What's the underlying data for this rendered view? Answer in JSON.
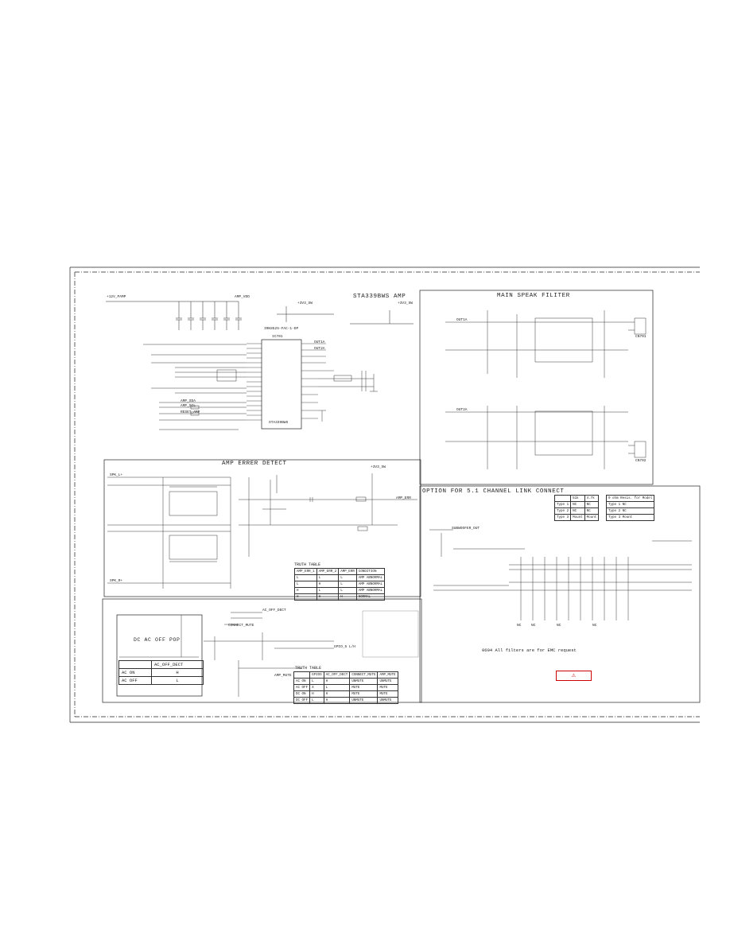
{
  "sections": {
    "amp": "STA339BWS AMP",
    "filter": "MAIN SPEAK FILITER",
    "error": "AMP ERRER DETECT",
    "option": "OPTION FOR 5.1 CHANNEL LINK CONNECT",
    "acoff": "DC AC OFF POP"
  },
  "note": "0604 All filters are for EMC request",
  "warning_symbol": "⚠",
  "tables": {
    "truth1": {
      "title": "TRUTH TABLE",
      "rows": [
        [
          "AMP_ERR_1",
          "AMP_ERR_2",
          "AMP_ERR",
          "CONDITION"
        ],
        [
          "L",
          "L",
          "L",
          "AMP ABNORMAL"
        ],
        [
          "L",
          "H",
          "L",
          "AMP ABNORMAL"
        ],
        [
          "H",
          "L",
          "L",
          "AMP ABNORMAL"
        ],
        [
          "H",
          "H",
          "H",
          "NORMAL"
        ]
      ]
    },
    "acoff": {
      "rows": [
        [
          "",
          "AC_OFF_DECT"
        ],
        [
          "AC ON",
          "H"
        ],
        [
          "AC OFF",
          "L"
        ]
      ]
    },
    "truth2": {
      "title": "TRUTH TABLE",
      "rows": [
        [
          "",
          "GPIOS",
          "AC_OFF_DECT",
          "CONNECT_MUTE",
          "AMP_MUTE"
        ],
        [
          "AC ON",
          "L",
          "H",
          "UNMUTE",
          "UNMUTE"
        ],
        [
          "AC OFF",
          "X",
          "L",
          "MUTE",
          "MUTE"
        ],
        [
          "DC ON",
          "H",
          "H",
          "MUTE",
          "MUTE"
        ],
        [
          "DC OFF",
          "L",
          "H",
          "UNMUTE",
          "UNMUTE"
        ]
      ]
    },
    "option_left": {
      "rows": [
        [
          "",
          "51k",
          "4.7k"
        ],
        [
          "Type 1",
          "NC",
          "NC"
        ],
        [
          "Type 2",
          "NC",
          "NC"
        ],
        [
          "Type 3",
          "Mount",
          "Mount"
        ]
      ]
    },
    "option_right": {
      "rows": [
        [
          "0 ohm Resis. for Model"
        ],
        [
          "Type 1 NC"
        ],
        [
          "Type 2 NC"
        ],
        [
          "Type 3 Mount"
        ]
      ]
    }
  },
  "labels": {
    "ic_amp": "STA339BWS",
    "ic_ref": "IC701",
    "ic_part": "IRK8525-FAC-1-DP",
    "pvcc": "+12V_PAMP",
    "vdd": "AMP_VDD",
    "v33": "+3V3_SW",
    "v33_2": "+3V3_SW",
    "amp_err": "AMP_ERR",
    "amp_mute": "AMP_MUTE",
    "gpio": "GPIO_5 L/H",
    "ac_off": "AC_OFF_DECT",
    "connect_mute": "CONNECT_MUTE",
    "sda": "AMP_SDA",
    "scl": "AMP_SCL",
    "reset": "RESET_AMP",
    "outl": "OUT1A",
    "outr": "OUT2A",
    "spk_l": "SPK_L+",
    "spk_r": "SPK_R+",
    "con1": "CN701",
    "con2": "CN702",
    "nc": "NC",
    "subwoofer": "SUBWOOFER_OUT"
  }
}
